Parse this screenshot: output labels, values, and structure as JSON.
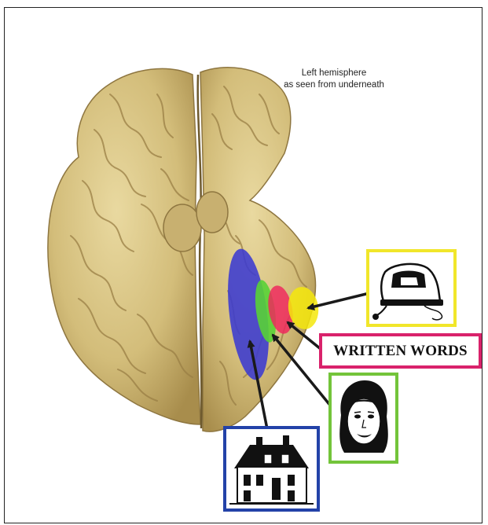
{
  "caption": {
    "line1": "Left hemisphere",
    "line2": "as seen from underneath"
  },
  "stimuli": [
    {
      "category": "objects",
      "color": "#f1e62a",
      "icon": "iron-drawing"
    },
    {
      "category": "written_words",
      "label": "WRITTEN WORDS",
      "color": "#d9226b"
    },
    {
      "category": "faces",
      "color": "#73c43a",
      "icon": "face-drawing"
    },
    {
      "category": "places",
      "color": "#2342a8",
      "icon": "house-drawing"
    }
  ],
  "regions": [
    {
      "name": "places-region",
      "color": "#3b3ad0"
    },
    {
      "name": "faces-region",
      "color": "#58d236"
    },
    {
      "name": "words-region",
      "color": "#f0245d"
    },
    {
      "name": "objects-region",
      "color": "#f5e80c"
    }
  ]
}
